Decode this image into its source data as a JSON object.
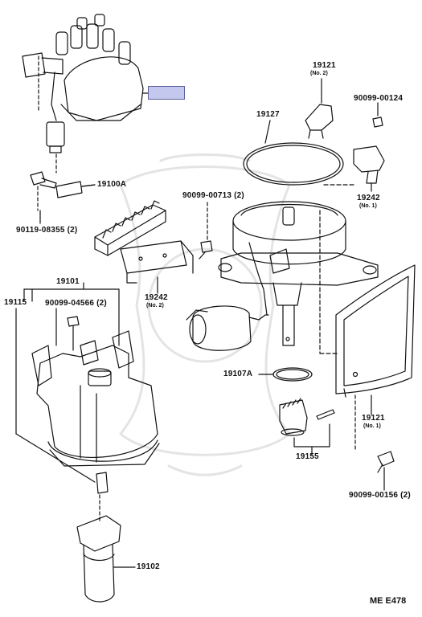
{
  "labels": {
    "p19121_top": "19121",
    "p19121_top_sub": "(No. 2)",
    "p90099_00124": "90099-00124",
    "p19127": "19127",
    "p19100A": "19100A",
    "p90119_08355": "90119-08355 (2)",
    "p90099_00713": "90099-00713 (2)",
    "p19242_right": "19242",
    "p19242_right_sub": "(No. 1)",
    "p19242_mid": "19242",
    "p19242_mid_sub": "(No. 2)",
    "p19101": "19101",
    "p19115": "19115",
    "p90099_04566": "90099-04566 (2)",
    "p19107A": "19107A",
    "p19121_bot": "19121",
    "p19121_bot_sub": "(No. 1)",
    "p19155": "19155",
    "p90099_00156": "90099-00156 (2)",
    "p19102": "19102"
  },
  "diagram_code": "ME  E478",
  "highlight_color": "#c5c8ee"
}
